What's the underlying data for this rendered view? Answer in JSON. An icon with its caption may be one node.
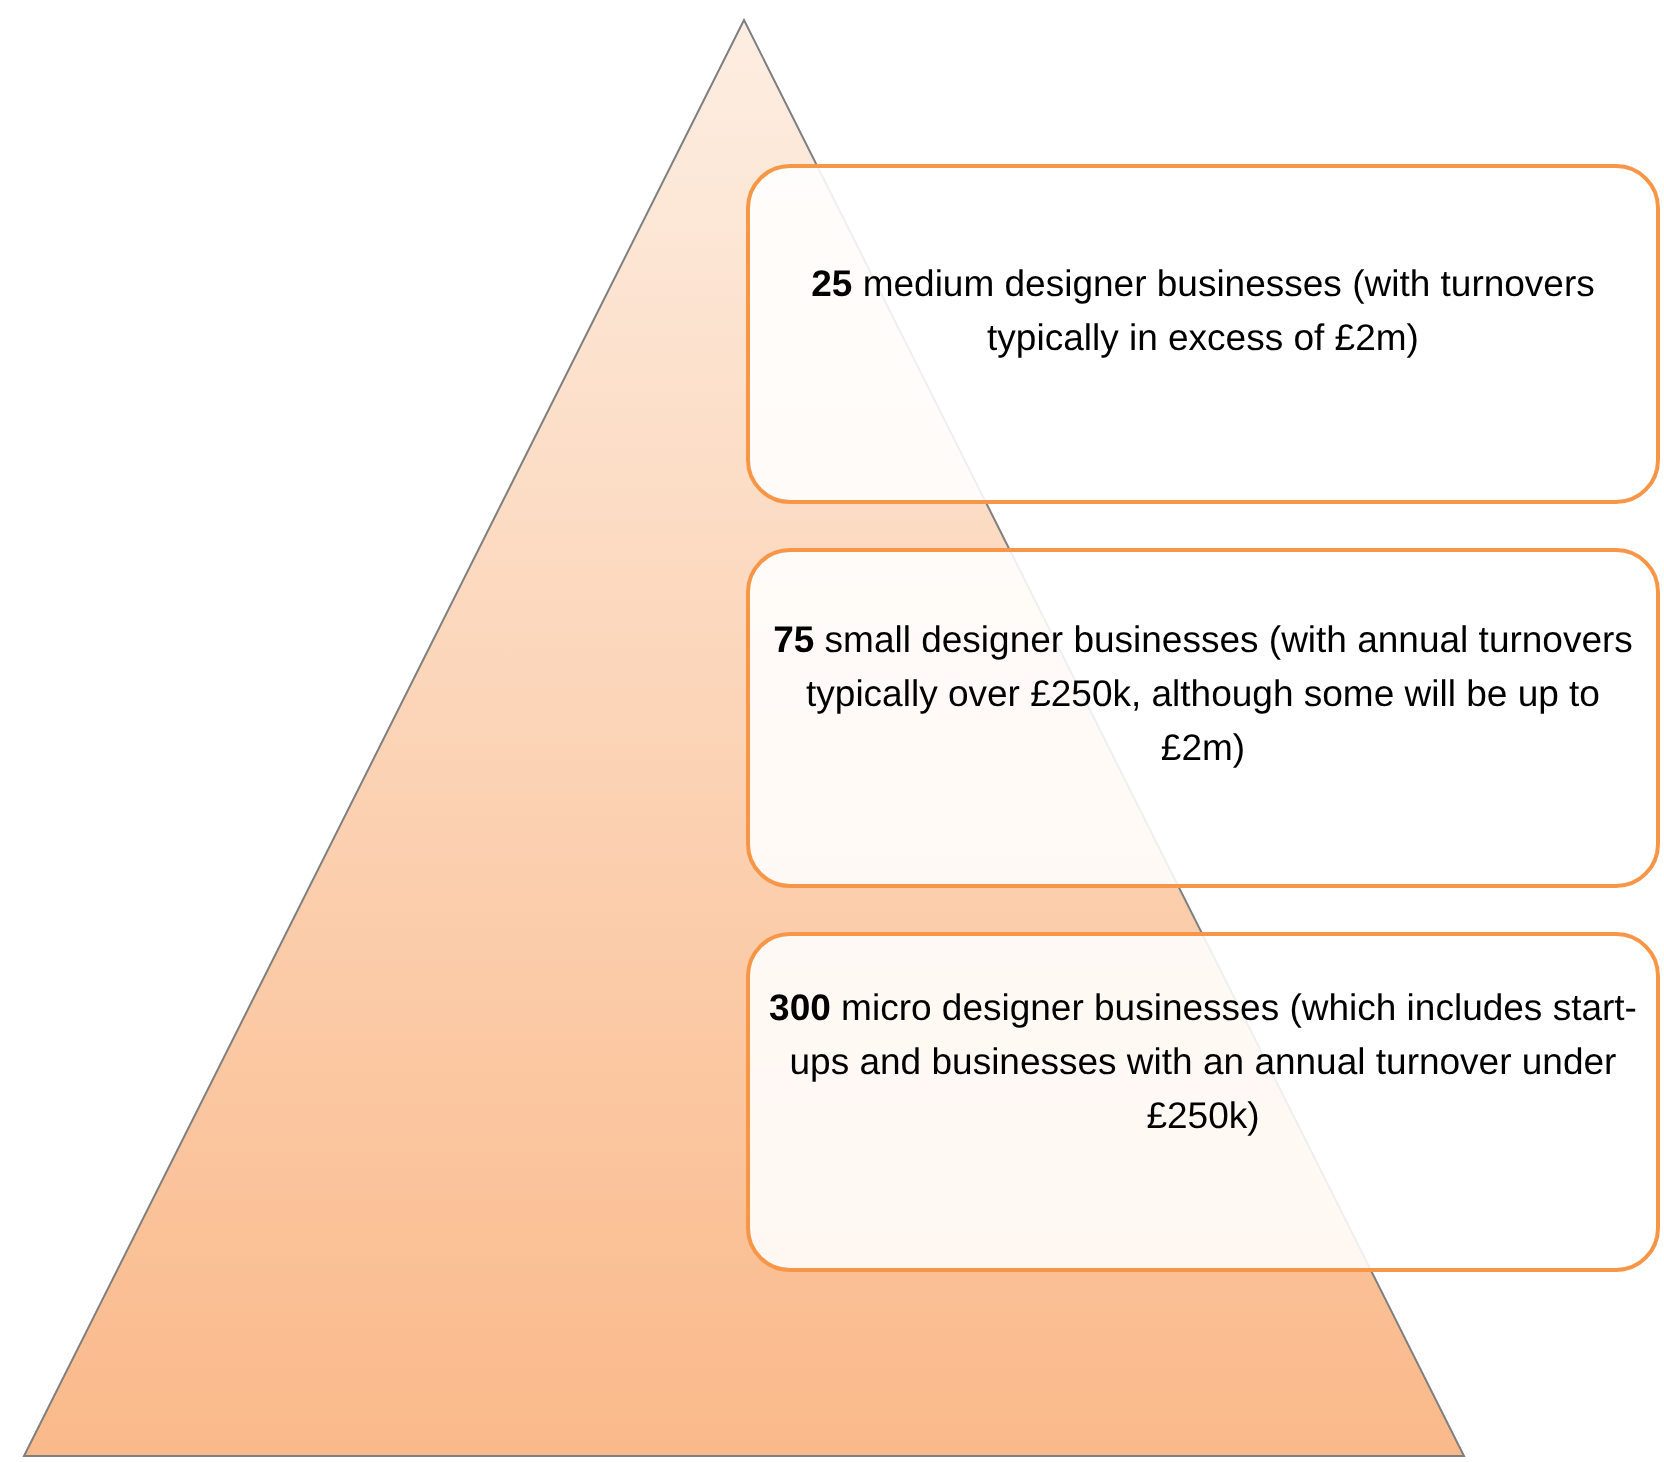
{
  "diagram": {
    "nodes": [
      {
        "text": [],
        "shape": "triangle"
      },
      {
        "text": [
          "**25** medium designer businesses (with turnovers typically in excess of £2m)"
        ]
      },
      {
        "text": [
          "**75** small designer businesses (with annual turnovers typically over £250k, although some will be up to £2m)"
        ]
      },
      {
        "text": [
          "**300** micro designer businesses (which includes start-ups and businesses with an annual turnover under £250k)"
        ]
      }
    ]
  }
}
